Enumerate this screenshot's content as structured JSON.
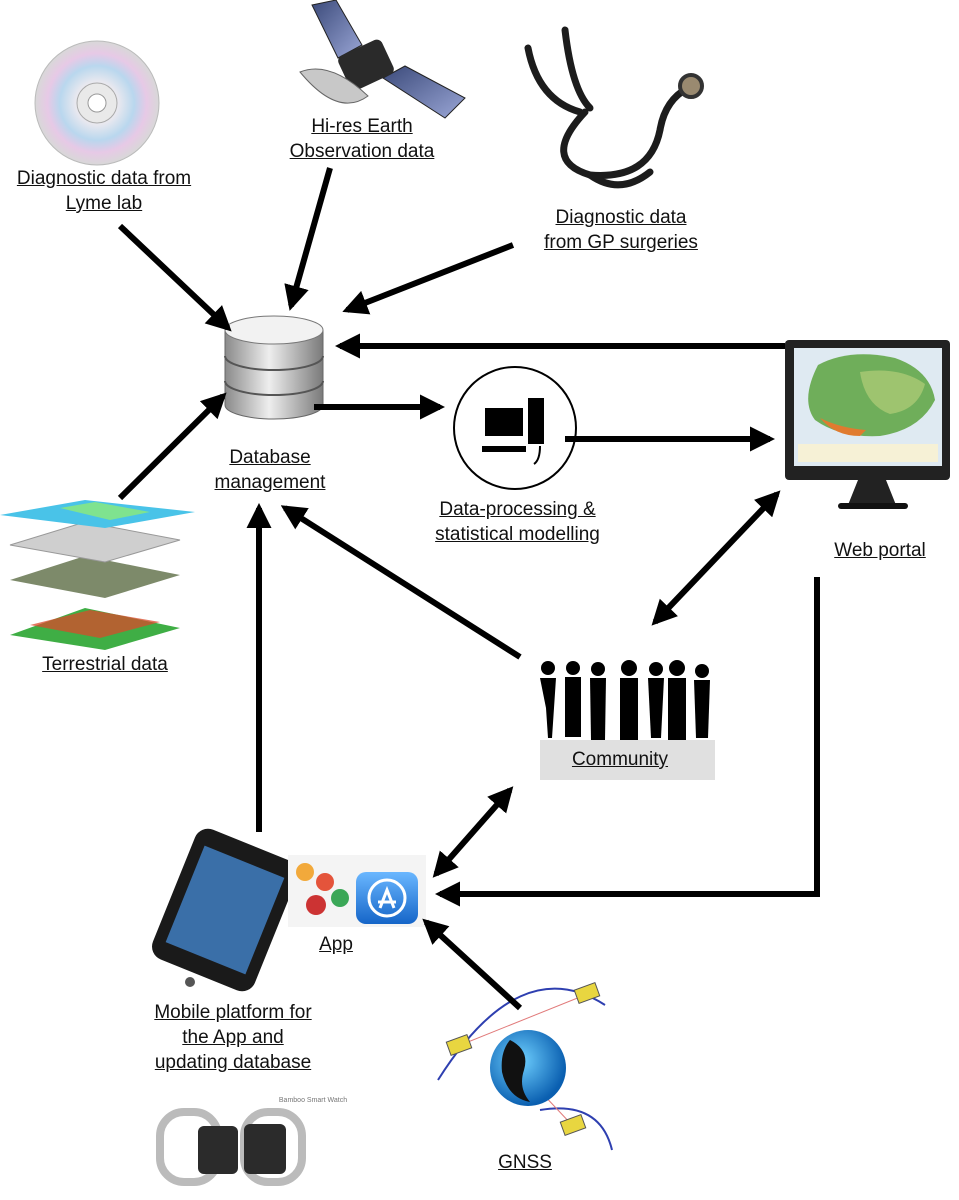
{
  "nodes": {
    "lyme_lab": {
      "lines": [
        "Diagnostic data from",
        "Lyme lab"
      ],
      "icon": "cd-disc-icon"
    },
    "earth_observation": {
      "lines": [
        "Hi-res Earth",
        "Observation data"
      ],
      "icon": "satellite-icon"
    },
    "gp_surgeries": {
      "lines": [
        "Diagnostic data",
        "from GP surgeries"
      ],
      "icon": "stethoscope-icon"
    },
    "database": {
      "lines": [
        "Database",
        "management"
      ],
      "icon": "database-icon"
    },
    "processing": {
      "lines": [
        "Data-processing &",
        "statistical modelling"
      ],
      "icon": "computer-icon"
    },
    "web_portal": {
      "lines": [
        "Web portal"
      ],
      "icon": "monitor-map-icon"
    },
    "terrestrial": {
      "lines": [
        "Terrestrial data"
      ],
      "icon": "map-layers-icon"
    },
    "community": {
      "lines": [
        "Community"
      ],
      "icon": "people-silhouettes-icon"
    },
    "app": {
      "lines": [
        "App"
      ],
      "icon": "app-store-icon"
    },
    "mobile": {
      "lines": [
        "Mobile platform for",
        "the App and",
        "updating database"
      ],
      "icon": "smartphone-icon"
    },
    "gnss": {
      "lines": [
        "GNSS"
      ],
      "icon": "globe-satellites-icon"
    },
    "smartwatch": {
      "caption": "Bamboo Smart Watch",
      "icon": "smartwatch-icon"
    }
  }
}
